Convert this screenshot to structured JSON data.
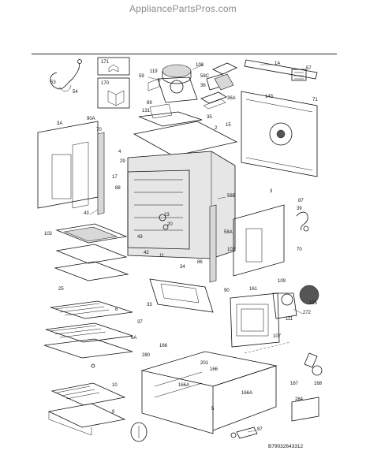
{
  "header": {
    "site": "AppliancePartsPros.com"
  },
  "document_code": "B79032643312",
  "parts": [
    {
      "id": "p171",
      "label": "171"
    },
    {
      "id": "p170",
      "label": "170"
    },
    {
      "id": "p53",
      "label": "53"
    },
    {
      "id": "p54",
      "label": "54"
    },
    {
      "id": "p108",
      "label": "108"
    },
    {
      "id": "p59",
      "label": "59"
    },
    {
      "id": "p119",
      "label": "119"
    },
    {
      "id": "p58C",
      "label": "58C"
    },
    {
      "id": "p36",
      "label": "36"
    },
    {
      "id": "p36A",
      "label": "36A"
    },
    {
      "id": "p1A",
      "label": "1A"
    },
    {
      "id": "p57",
      "label": "57"
    },
    {
      "id": "p143",
      "label": "143"
    },
    {
      "id": "p71",
      "label": "71"
    },
    {
      "id": "p89",
      "label": "89"
    },
    {
      "id": "p131",
      "label": "131"
    },
    {
      "id": "p35",
      "label": "35"
    },
    {
      "id": "p15",
      "label": "15"
    },
    {
      "id": "p2",
      "label": "2"
    },
    {
      "id": "p3A",
      "label": "3A"
    },
    {
      "id": "p90A",
      "label": "90A"
    },
    {
      "id": "p70a",
      "label": "70"
    },
    {
      "id": "p4",
      "label": "4"
    },
    {
      "id": "p29",
      "label": "29"
    },
    {
      "id": "p17",
      "label": "17"
    },
    {
      "id": "p88",
      "label": "88"
    },
    {
      "id": "p43a",
      "label": "43"
    },
    {
      "id": "p23",
      "label": "23"
    },
    {
      "id": "p20",
      "label": "20"
    },
    {
      "id": "p58B",
      "label": "58B"
    },
    {
      "id": "p3",
      "label": "3"
    },
    {
      "id": "p87",
      "label": "87"
    },
    {
      "id": "p39",
      "label": "39"
    },
    {
      "id": "p102a",
      "label": "102"
    },
    {
      "id": "p43b",
      "label": "43"
    },
    {
      "id": "p58A",
      "label": "58A"
    },
    {
      "id": "p42",
      "label": "42"
    },
    {
      "id": "p11",
      "label": "11"
    },
    {
      "id": "p86",
      "label": "86"
    },
    {
      "id": "p102b",
      "label": "102"
    },
    {
      "id": "p70b",
      "label": "70"
    },
    {
      "id": "p25",
      "label": "25"
    },
    {
      "id": "p34",
      "label": "34"
    },
    {
      "id": "p90",
      "label": "90"
    },
    {
      "id": "p109",
      "label": "109"
    },
    {
      "id": "p161",
      "label": "161"
    },
    {
      "id": "p33",
      "label": "33"
    },
    {
      "id": "p125",
      "label": "125"
    },
    {
      "id": "p111",
      "label": "111"
    },
    {
      "id": "p272",
      "label": "272"
    },
    {
      "id": "p6",
      "label": "6"
    },
    {
      "id": "p37",
      "label": "37"
    },
    {
      "id": "p6A",
      "label": "6A"
    },
    {
      "id": "p107",
      "label": "107"
    },
    {
      "id": "p166a",
      "label": "166"
    },
    {
      "id": "p280",
      "label": "280"
    },
    {
      "id": "p201",
      "label": "201"
    },
    {
      "id": "p166b",
      "label": "166"
    },
    {
      "id": "p167",
      "label": "167"
    },
    {
      "id": "p168",
      "label": "168"
    },
    {
      "id": "p166A1",
      "label": "166A"
    },
    {
      "id": "p10",
      "label": "10"
    },
    {
      "id": "p166A2",
      "label": "166A"
    },
    {
      "id": "p5",
      "label": "5"
    },
    {
      "id": "p9",
      "label": "9"
    },
    {
      "id": "p284",
      "label": "284"
    },
    {
      "id": "p87b",
      "label": "87"
    }
  ]
}
